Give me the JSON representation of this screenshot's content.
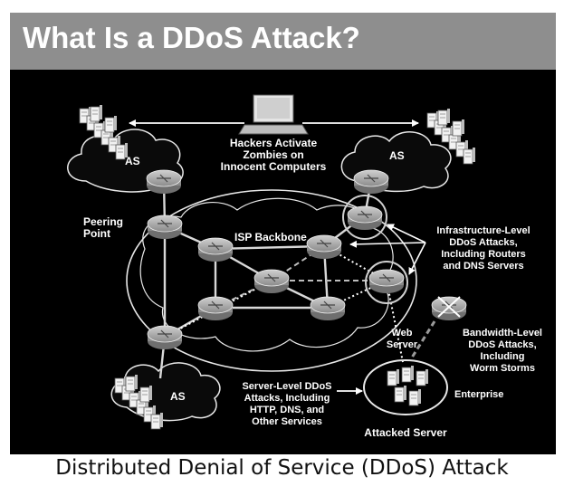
{
  "title": "What Is a DDoS Attack?",
  "caption": "Distributed Denial of Service (DDoS) Attack",
  "labels": {
    "hackers": [
      "Hackers Activate",
      "Zombies on",
      "Innocent Computers"
    ],
    "as_left": "AS",
    "as_right": "AS",
    "as_bottom": "AS",
    "peering_point": [
      "Peering",
      "Point"
    ],
    "isp_backbone": "ISP Backbone",
    "infrastructure_attack": [
      "Infrastructure-Level",
      "DDoS Attacks,",
      "Including Routers",
      "and DNS Servers"
    ],
    "bandwidth_attack": [
      "Bandwidth-Level",
      "DDoS Attacks,",
      "Including",
      "Worm Storms"
    ],
    "web_server": [
      "Web",
      "Server"
    ],
    "enterprise": "Enterprise",
    "server_attack": [
      "Server-Level DDoS",
      "Attacks, Including",
      "HTTP, DNS, and",
      "Other Services"
    ],
    "attacked_server": "Attacked Server"
  },
  "colors": {
    "header_bg": "#8e8e8e",
    "diagram_bg": "#000000",
    "router_fill": "#a8a8a8",
    "link_color": "#d8d8d8"
  }
}
